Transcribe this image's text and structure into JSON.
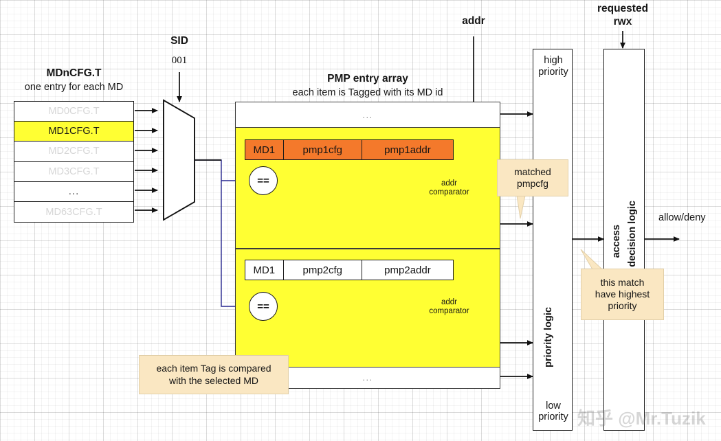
{
  "diagram": {
    "title": "PMP entry array with MD tagging",
    "colors": {
      "highlight_yellow": "#ffff33",
      "entry_orange": "#f4792b",
      "callout_bg": "#fae7c2",
      "line": "#1a1a1a",
      "dim_text": "#d6d6d6"
    }
  },
  "md_table": {
    "title": "MDnCFG.T",
    "subtitle": "one entry for each MD",
    "rows": [
      {
        "label": "MD0CFG.T",
        "selected": false
      },
      {
        "label": "MD1CFG.T",
        "selected": true
      },
      {
        "label": "MD2CFG.T",
        "selected": false
      },
      {
        "label": "MD3CFG.T",
        "selected": false
      },
      {
        "label": "...",
        "selected": false
      },
      {
        "label": "MD63CFG.T",
        "selected": false
      }
    ]
  },
  "mux": {
    "select_label": "SID",
    "select_value": "001"
  },
  "pmp_array": {
    "title": "PMP entry array",
    "subtitle": "each item is Tagged with its MD id",
    "top_dots": "...",
    "bottom_dots": "...",
    "entries": [
      {
        "tag": "MD1",
        "cfg": "pmp1cfg",
        "addr": "pmp1addr",
        "highlighted": true,
        "eq_label": "==",
        "comparator_line1": "addr",
        "comparator_line2": "comparator"
      },
      {
        "tag": "MD1",
        "cfg": "pmp2cfg",
        "addr": "pmp2addr",
        "highlighted": false,
        "eq_label": "==",
        "comparator_line1": "addr",
        "comparator_line2": "comparator"
      }
    ]
  },
  "inputs": {
    "addr_label": "addr",
    "requested_rwx_line1": "requested",
    "requested_rwx_line2": "rwx"
  },
  "priority_box": {
    "top_line1": "high",
    "top_line2": "priority",
    "vertical_label": "priority logic",
    "bottom_line1": "low",
    "bottom_line2": "priority"
  },
  "decision_box": {
    "vertical_line1": "access",
    "vertical_line2": "decision logic"
  },
  "output": {
    "label": "allow/deny"
  },
  "callouts": [
    {
      "line1": "matched",
      "line2": "pmpcfg"
    },
    {
      "line1": "this match",
      "line2": "have highest",
      "line3": "priority"
    },
    {
      "line1": "each item Tag is compared",
      "line2": "with the selected MD"
    }
  ],
  "watermark": {
    "text": "知乎 @Mr.Tuzik"
  }
}
